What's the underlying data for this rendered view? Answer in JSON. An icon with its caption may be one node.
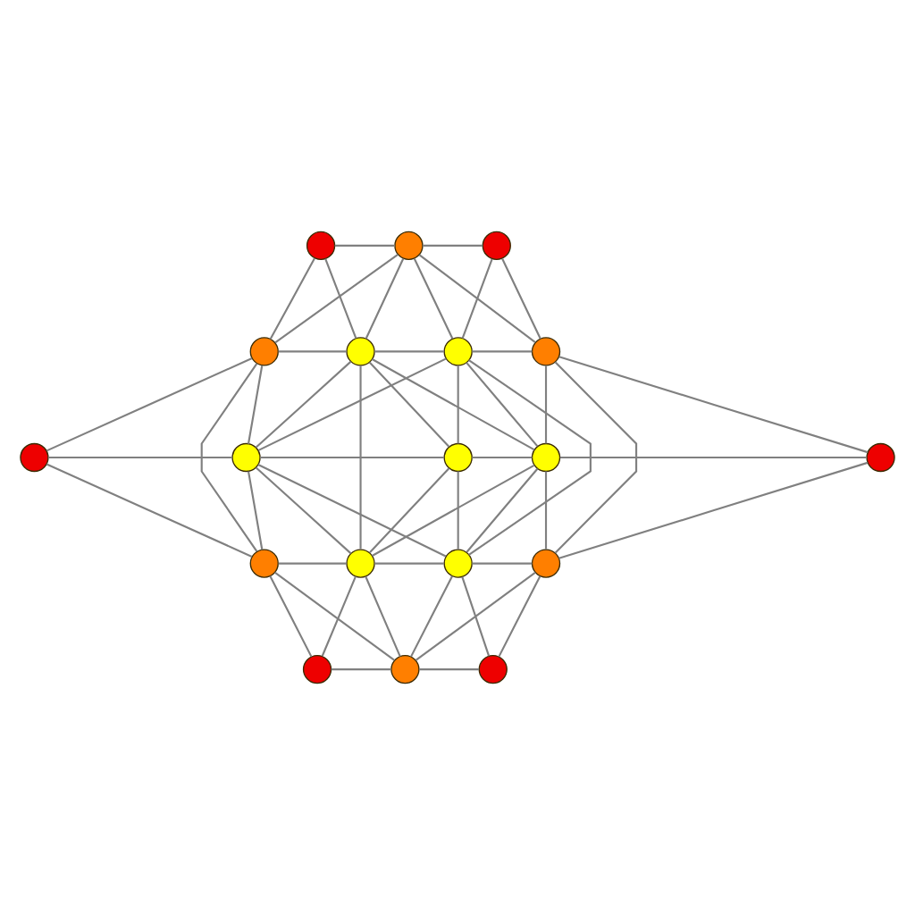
{
  "diagram": {
    "nodes": [
      {
        "text": [],
        "shape": "circle"
      },
      {
        "text": [],
        "shape": "circle"
      },
      {
        "text": [],
        "shape": "circle"
      },
      {
        "text": [],
        "shape": "circle"
      },
      {
        "text": [],
        "shape": "circle"
      },
      {
        "text": [],
        "shape": "circle"
      },
      {
        "text": [],
        "shape": "circle"
      },
      {
        "text": [],
        "shape": "circle"
      },
      {
        "text": [],
        "shape": "circle"
      },
      {
        "text": [],
        "shape": "circle"
      },
      {
        "text": [],
        "shape": "circle"
      },
      {
        "text": [],
        "shape": "circle"
      },
      {
        "text": [],
        "shape": "circle"
      },
      {
        "text": [],
        "shape": "circle"
      },
      {
        "text": [],
        "shape": "circle"
      },
      {
        "text": [],
        "shape": "circle"
      },
      {
        "text": [],
        "shape": "circle"
      },
      {
        "text": [],
        "shape": "circle"
      },
      {
        "text": [],
        "shape": "circle"
      }
    ],
    "edges": [
      {
        "from": 0,
        "to": 1,
        "arrow": "none"
      },
      {
        "from": 1,
        "to": 2,
        "arrow": "none"
      },
      {
        "from": 0,
        "to": 3,
        "arrow": "none"
      },
      {
        "from": 0,
        "to": 4,
        "arrow": "none"
      },
      {
        "from": 1,
        "to": 3,
        "arrow": "none"
      },
      {
        "from": 1,
        "to": 4,
        "arrow": "none"
      },
      {
        "from": 1,
        "to": 5,
        "arrow": "none"
      },
      {
        "from": 1,
        "to": 6,
        "arrow": "none"
      },
      {
        "from": 2,
        "to": 5,
        "arrow": "none"
      },
      {
        "from": 2,
        "to": 6,
        "arrow": "none"
      },
      {
        "from": 3,
        "to": 4,
        "arrow": "none"
      },
      {
        "from": 4,
        "to": 5,
        "arrow": "none"
      },
      {
        "from": 5,
        "to": 6,
        "arrow": "none"
      },
      {
        "from": 3,
        "to": 7,
        "arrow": "none"
      },
      {
        "from": 3,
        "to": 12,
        "arrow": "none"
      },
      {
        "from": 3,
        "to": 8,
        "arrow": "none"
      },
      {
        "from": 4,
        "to": 8,
        "arrow": "none"
      },
      {
        "from": 4,
        "to": 13,
        "arrow": "none"
      },
      {
        "from": 4,
        "to": 9,
        "arrow": "none"
      },
      {
        "from": 4,
        "to": 10,
        "arrow": "none"
      },
      {
        "from": 5,
        "to": 8,
        "arrow": "none"
      },
      {
        "from": 5,
        "to": 9,
        "arrow": "none"
      },
      {
        "from": 5,
        "to": 14,
        "arrow": "none"
      },
      {
        "from": 5,
        "to": 10,
        "arrow": "none"
      },
      {
        "from": 6,
        "to": 10,
        "arrow": "none"
      },
      {
        "from": 6,
        "to": 15,
        "arrow": "none"
      },
      {
        "from": 6,
        "to": 11,
        "arrow": "none"
      },
      {
        "from": 7,
        "to": 8,
        "arrow": "none"
      },
      {
        "from": 8,
        "to": 9,
        "arrow": "none"
      },
      {
        "from": 9,
        "to": 10,
        "arrow": "none"
      },
      {
        "from": 10,
        "to": 11,
        "arrow": "none"
      },
      {
        "from": 7,
        "to": 12,
        "arrow": "none"
      },
      {
        "from": 8,
        "to": 12,
        "arrow": "none"
      },
      {
        "from": 8,
        "to": 13,
        "arrow": "none"
      },
      {
        "from": 8,
        "to": 14,
        "arrow": "none"
      },
      {
        "from": 9,
        "to": 13,
        "arrow": "none"
      },
      {
        "from": 9,
        "to": 14,
        "arrow": "none"
      },
      {
        "from": 10,
        "to": 13,
        "arrow": "none"
      },
      {
        "from": 10,
        "to": 14,
        "arrow": "none"
      },
      {
        "from": 10,
        "to": 15,
        "arrow": "none"
      },
      {
        "from": 11,
        "to": 15,
        "arrow": "none"
      },
      {
        "from": 12,
        "to": 13,
        "arrow": "none"
      },
      {
        "from": 13,
        "to": 14,
        "arrow": "none"
      },
      {
        "from": 14,
        "to": 15,
        "arrow": "none"
      },
      {
        "from": 12,
        "to": 16,
        "arrow": "none"
      },
      {
        "from": 12,
        "to": 17,
        "arrow": "none"
      },
      {
        "from": 13,
        "to": 16,
        "arrow": "none"
      },
      {
        "from": 13,
        "to": 17,
        "arrow": "none"
      },
      {
        "from": 14,
        "to": 17,
        "arrow": "none"
      },
      {
        "from": 14,
        "to": 18,
        "arrow": "none"
      },
      {
        "from": 15,
        "to": 17,
        "arrow": "none"
      },
      {
        "from": 15,
        "to": 18,
        "arrow": "none"
      },
      {
        "from": 16,
        "to": 17,
        "arrow": "none"
      },
      {
        "from": 17,
        "to": 18,
        "arrow": "none"
      }
    ]
  }
}
